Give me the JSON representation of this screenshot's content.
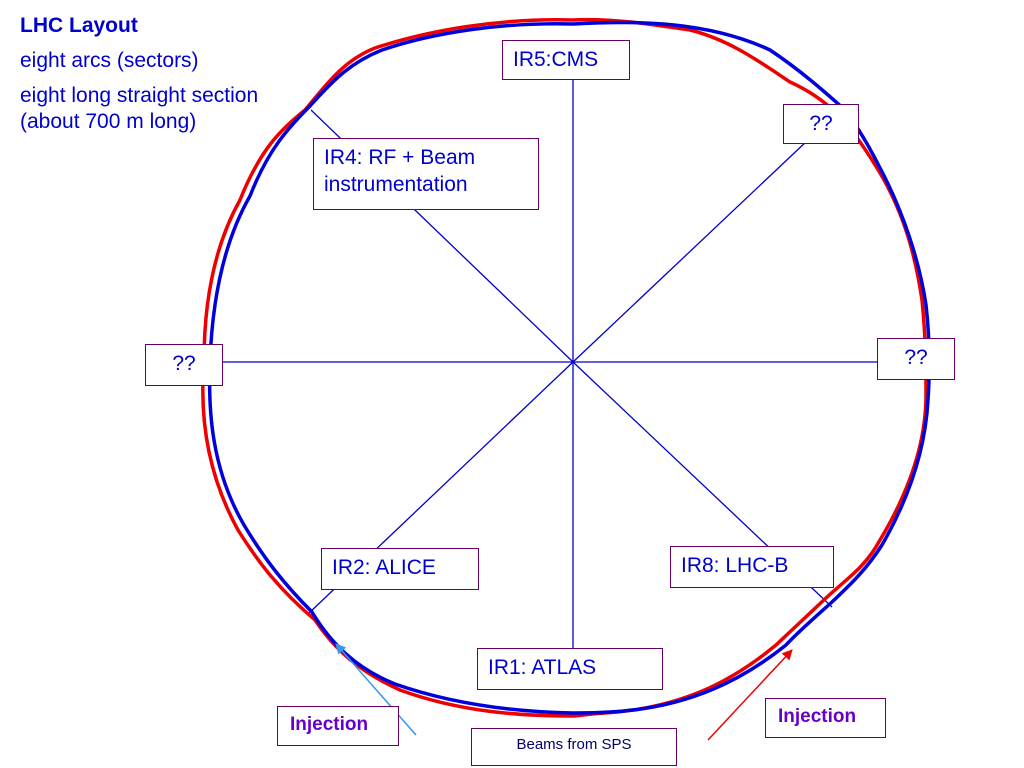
{
  "info": {
    "title": "LHC Layout",
    "lines": [
      "eight arcs (sectors)",
      "eight long straight section (about 700 m long)"
    ]
  },
  "interaction_regions": {
    "ir5": "IR5:CMS",
    "ir4": "IR4: RF + Beam instrumentation",
    "ir6": "??",
    "ir3": "??",
    "ir7": "??",
    "ir2": "IR2: ALICE",
    "ir8": "IR8: LHC-B",
    "ir1": "IR1: ATLAS"
  },
  "injection": {
    "left_label": "Injection",
    "right_label": "Injection",
    "source_label": "Beams from SPS"
  },
  "colors": {
    "beam_1": "#0000dd",
    "beam_2": "#ee0000",
    "spoke": "#0000cc",
    "injection_left": "#3399ee",
    "injection_right": "#ee0000",
    "text": "#0000cc",
    "injection_text": "#6600cc",
    "box_border": "#660066"
  }
}
